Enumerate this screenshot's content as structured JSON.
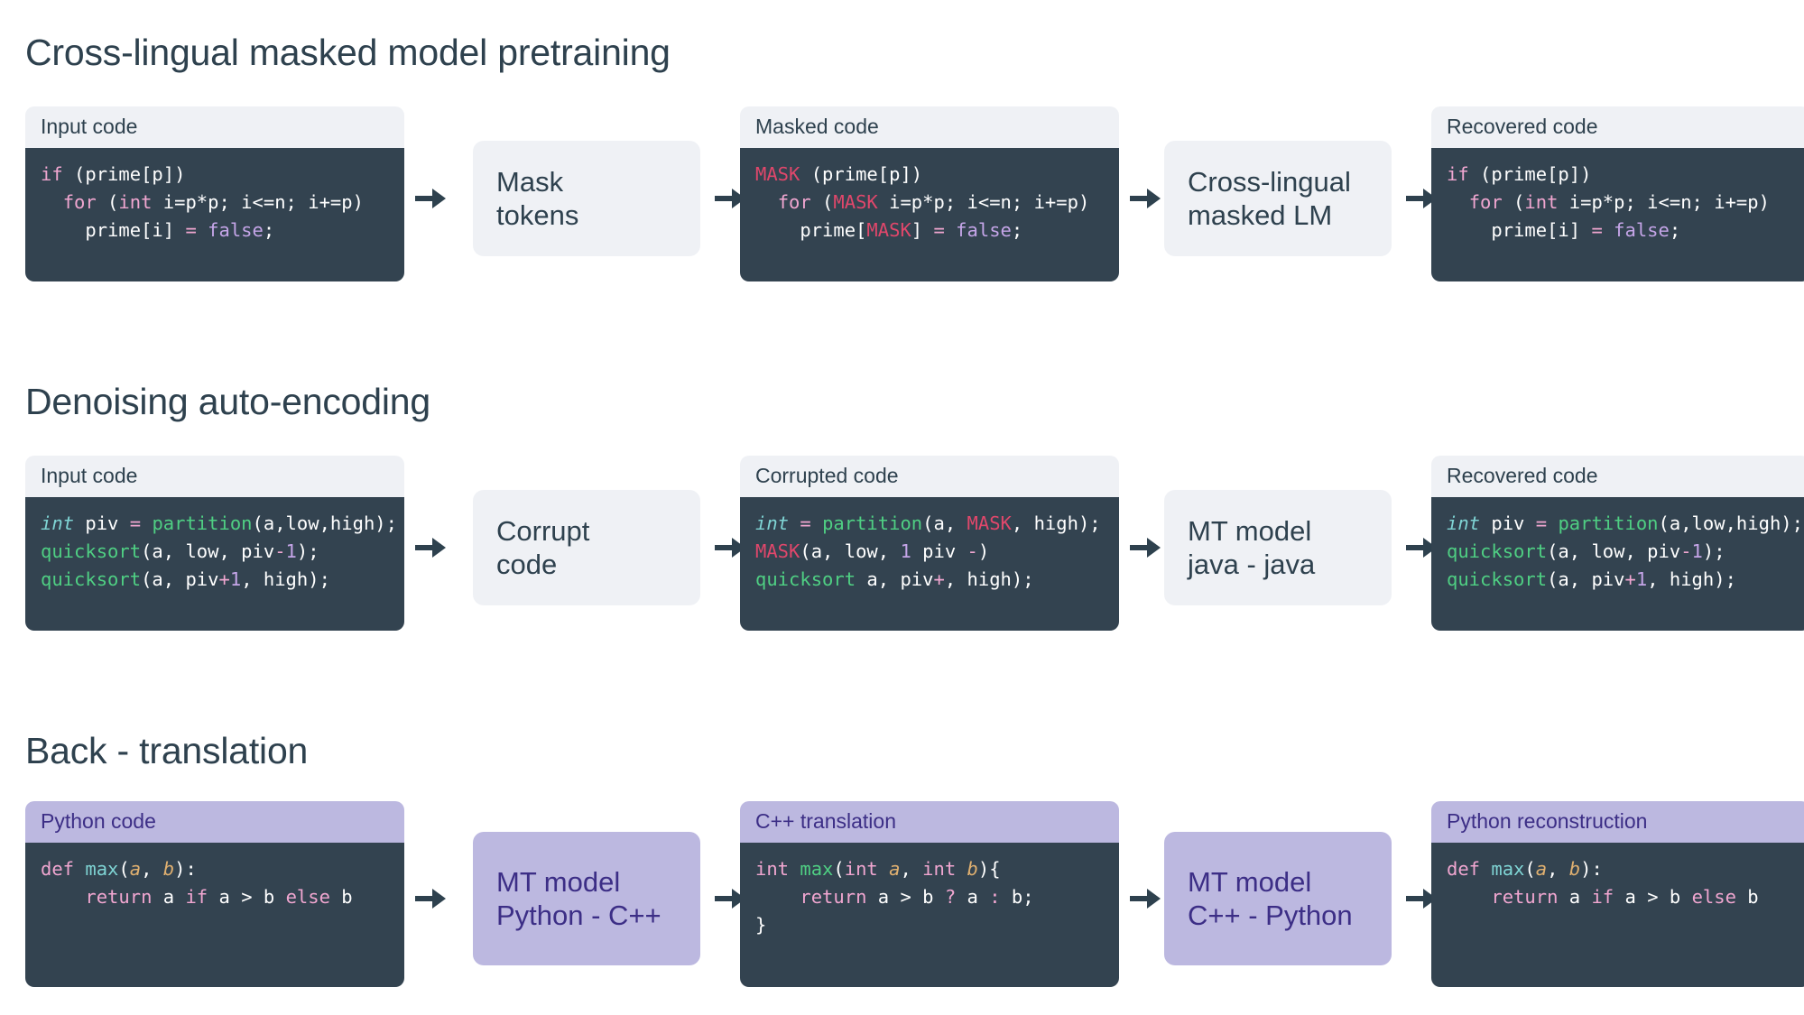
{
  "colors": {
    "background": "#ffffff",
    "code_bg": "#334350",
    "header_grey": "#eff1f5",
    "header_purple": "#bcb8e0",
    "text_dark": "#2e414e",
    "text_purple": "#3c2e86",
    "mask_red": "#e0476b",
    "keyword_pink": "#f0a6d0",
    "function_green": "#4fcf83",
    "type_cyan": "#7fd4d4",
    "value_violet": "#c5a5e8",
    "arg_orange": "#e0b070",
    "arrow": "#2e414e"
  },
  "sections": [
    {
      "title": "Cross-lingual masked model pretraining",
      "cards": {
        "input": {
          "header": "Input code",
          "lines": [
            [
              {
                "t": "if",
                "c": "t-kw"
              },
              {
                "t": " (prime[p])",
                "c": "t-plain"
              }
            ],
            [
              {
                "t": "  ",
                "c": "t-plain"
              },
              {
                "t": "for",
                "c": "t-kw"
              },
              {
                "t": " (",
                "c": "t-plain"
              },
              {
                "t": "int",
                "c": "t-kw"
              },
              {
                "t": " i=p*p; i<=n; i+=p)",
                "c": "t-plain"
              }
            ],
            [
              {
                "t": "    prime[i] ",
                "c": "t-plain"
              },
              {
                "t": "=",
                "c": "t-op"
              },
              {
                "t": " ",
                "c": "t-plain"
              },
              {
                "t": "false",
                "c": "t-val"
              },
              {
                "t": ";",
                "c": "t-plain"
              }
            ]
          ]
        },
        "middle": {
          "header": "Masked code",
          "lines": [
            [
              {
                "t": "MASK",
                "c": "t-mask"
              },
              {
                "t": " (prime[p])",
                "c": "t-plain"
              }
            ],
            [
              {
                "t": "  ",
                "c": "t-plain"
              },
              {
                "t": "for",
                "c": "t-kw"
              },
              {
                "t": " (",
                "c": "t-plain"
              },
              {
                "t": "MASK",
                "c": "t-mask"
              },
              {
                "t": " i=p*p; i<=n; i+=p)",
                "c": "t-plain"
              }
            ],
            [
              {
                "t": "    prime[",
                "c": "t-plain"
              },
              {
                "t": "MASK",
                "c": "t-mask"
              },
              {
                "t": "] ",
                "c": "t-plain"
              },
              {
                "t": "=",
                "c": "t-op"
              },
              {
                "t": " ",
                "c": "t-plain"
              },
              {
                "t": "false",
                "c": "t-val"
              },
              {
                "t": ";",
                "c": "t-plain"
              }
            ]
          ]
        },
        "output": {
          "header": "Recovered code",
          "lines": [
            [
              {
                "t": "if",
                "c": "t-kw"
              },
              {
                "t": " (prime[p])",
                "c": "t-plain"
              }
            ],
            [
              {
                "t": "  ",
                "c": "t-plain"
              },
              {
                "t": "for",
                "c": "t-kw"
              },
              {
                "t": " (",
                "c": "t-plain"
              },
              {
                "t": "int",
                "c": "t-kw"
              },
              {
                "t": " i=p*p; i<=n; i+=p)",
                "c": "t-plain"
              }
            ],
            [
              {
                "t": "    prime[i] ",
                "c": "t-plain"
              },
              {
                "t": "=",
                "c": "t-op"
              },
              {
                "t": " ",
                "c": "t-plain"
              },
              {
                "t": "false",
                "c": "t-val"
              },
              {
                "t": ";",
                "c": "t-plain"
              }
            ]
          ]
        }
      },
      "process_1": "Mask\ntokens",
      "process_2": "Cross-lingual\nmasked LM",
      "style": "grey"
    },
    {
      "title": "Denoising auto-encoding",
      "cards": {
        "input": {
          "header": "Input code",
          "lines": [
            [
              {
                "t": "int",
                "c": "t-type"
              },
              {
                "t": " piv ",
                "c": "t-plain"
              },
              {
                "t": "=",
                "c": "t-op"
              },
              {
                "t": " ",
                "c": "t-plain"
              },
              {
                "t": "partition",
                "c": "t-fn"
              },
              {
                "t": "(a,low,high);",
                "c": "t-plain"
              }
            ],
            [
              {
                "t": "quicksort",
                "c": "t-fn"
              },
              {
                "t": "(a, low, piv",
                "c": "t-plain"
              },
              {
                "t": "-",
                "c": "t-op"
              },
              {
                "t": "1",
                "c": "t-val"
              },
              {
                "t": ");",
                "c": "t-plain"
              }
            ],
            [
              {
                "t": "quicksort",
                "c": "t-fn"
              },
              {
                "t": "(a, piv",
                "c": "t-plain"
              },
              {
                "t": "+",
                "c": "t-op"
              },
              {
                "t": "1",
                "c": "t-val"
              },
              {
                "t": ", high);",
                "c": "t-plain"
              }
            ]
          ]
        },
        "middle": {
          "header": "Corrupted code",
          "lines": [
            [
              {
                "t": "int",
                "c": "t-type"
              },
              {
                "t": " ",
                "c": "t-plain"
              },
              {
                "t": "=",
                "c": "t-op"
              },
              {
                "t": " ",
                "c": "t-plain"
              },
              {
                "t": "partition",
                "c": "t-fn"
              },
              {
                "t": "(a, ",
                "c": "t-plain"
              },
              {
                "t": "MASK",
                "c": "t-mask"
              },
              {
                "t": ", high);",
                "c": "t-plain"
              }
            ],
            [
              {
                "t": "MASK",
                "c": "t-mask"
              },
              {
                "t": "(a, low, ",
                "c": "t-plain"
              },
              {
                "t": "1",
                "c": "t-val"
              },
              {
                "t": " piv ",
                "c": "t-plain"
              },
              {
                "t": "-",
                "c": "t-op"
              },
              {
                "t": ")",
                "c": "t-plain"
              }
            ],
            [
              {
                "t": "quicksort",
                "c": "t-fn"
              },
              {
                "t": " a, piv",
                "c": "t-plain"
              },
              {
                "t": "+",
                "c": "t-op"
              },
              {
                "t": ", high);",
                "c": "t-plain"
              }
            ]
          ]
        },
        "output": {
          "header": "Recovered code",
          "lines": [
            [
              {
                "t": "int",
                "c": "t-type"
              },
              {
                "t": " piv ",
                "c": "t-plain"
              },
              {
                "t": "=",
                "c": "t-op"
              },
              {
                "t": " ",
                "c": "t-plain"
              },
              {
                "t": "partition",
                "c": "t-fn"
              },
              {
                "t": "(a,low,high);",
                "c": "t-plain"
              }
            ],
            [
              {
                "t": "quicksort",
                "c": "t-fn"
              },
              {
                "t": "(a, low, piv",
                "c": "t-plain"
              },
              {
                "t": "-",
                "c": "t-op"
              },
              {
                "t": "1",
                "c": "t-val"
              },
              {
                "t": ");",
                "c": "t-plain"
              }
            ],
            [
              {
                "t": "quicksort",
                "c": "t-fn"
              },
              {
                "t": "(a, piv",
                "c": "t-plain"
              },
              {
                "t": "+",
                "c": "t-op"
              },
              {
                "t": "1",
                "c": "t-val"
              },
              {
                "t": ", high);",
                "c": "t-plain"
              }
            ]
          ]
        }
      },
      "process_1": "Corrupt\ncode",
      "process_2": "MT model\njava - java",
      "style": "grey"
    },
    {
      "title": "Back - translation",
      "cards": {
        "input": {
          "header": "Python code",
          "lines": [
            [
              {
                "t": "def",
                "c": "t-kw"
              },
              {
                "t": " ",
                "c": "t-plain"
              },
              {
                "t": "max",
                "c": "t-cyan"
              },
              {
                "t": "(",
                "c": "t-plain"
              },
              {
                "t": "a",
                "c": "t-arg"
              },
              {
                "t": ", ",
                "c": "t-plain"
              },
              {
                "t": "b",
                "c": "t-arg"
              },
              {
                "t": "):",
                "c": "t-plain"
              }
            ],
            [
              {
                "t": "    ",
                "c": "t-plain"
              },
              {
                "t": "return",
                "c": "t-kw"
              },
              {
                "t": " a ",
                "c": "t-plain"
              },
              {
                "t": "if",
                "c": "t-kw"
              },
              {
                "t": " a ",
                "c": "t-plain"
              },
              {
                "t": ">",
                "c": "t-plain"
              },
              {
                "t": " b ",
                "c": "t-plain"
              },
              {
                "t": "else",
                "c": "t-kw"
              },
              {
                "t": " b",
                "c": "t-plain"
              }
            ]
          ]
        },
        "middle": {
          "header": "C++ translation",
          "lines": [
            [
              {
                "t": "int",
                "c": "t-kw"
              },
              {
                "t": " ",
                "c": "t-plain"
              },
              {
                "t": "max",
                "c": "t-grn"
              },
              {
                "t": "(",
                "c": "t-plain"
              },
              {
                "t": "int",
                "c": "t-kw"
              },
              {
                "t": " ",
                "c": "t-plain"
              },
              {
                "t": "a",
                "c": "t-arg"
              },
              {
                "t": ", ",
                "c": "t-plain"
              },
              {
                "t": "int",
                "c": "t-kw"
              },
              {
                "t": " ",
                "c": "t-plain"
              },
              {
                "t": "b",
                "c": "t-arg"
              },
              {
                "t": "){",
                "c": "t-plain"
              }
            ],
            [
              {
                "t": "    ",
                "c": "t-plain"
              },
              {
                "t": "return",
                "c": "t-kw"
              },
              {
                "t": " a ",
                "c": "t-plain"
              },
              {
                "t": ">",
                "c": "t-plain"
              },
              {
                "t": " b ",
                "c": "t-plain"
              },
              {
                "t": "?",
                "c": "t-kw"
              },
              {
                "t": " a ",
                "c": "t-plain"
              },
              {
                "t": ":",
                "c": "t-kw"
              },
              {
                "t": " b;",
                "c": "t-plain"
              }
            ],
            [
              {
                "t": "}",
                "c": "t-plain"
              }
            ]
          ]
        },
        "output": {
          "header": "Python reconstruction",
          "lines": [
            [
              {
                "t": "def",
                "c": "t-kw"
              },
              {
                "t": " ",
                "c": "t-plain"
              },
              {
                "t": "max",
                "c": "t-cyan"
              },
              {
                "t": "(",
                "c": "t-plain"
              },
              {
                "t": "a",
                "c": "t-arg"
              },
              {
                "t": ", ",
                "c": "t-plain"
              },
              {
                "t": "b",
                "c": "t-arg"
              },
              {
                "t": "):",
                "c": "t-plain"
              }
            ],
            [
              {
                "t": "    ",
                "c": "t-plain"
              },
              {
                "t": "return",
                "c": "t-kw"
              },
              {
                "t": " a ",
                "c": "t-plain"
              },
              {
                "t": "if",
                "c": "t-kw"
              },
              {
                "t": " a ",
                "c": "t-plain"
              },
              {
                "t": ">",
                "c": "t-plain"
              },
              {
                "t": " b ",
                "c": "t-plain"
              },
              {
                "t": "else",
                "c": "t-kw"
              },
              {
                "t": " b",
                "c": "t-plain"
              }
            ]
          ]
        }
      },
      "process_1": "MT model\nPython - C++",
      "process_2": "MT model\nC++ - Python",
      "style": "purple"
    }
  ]
}
